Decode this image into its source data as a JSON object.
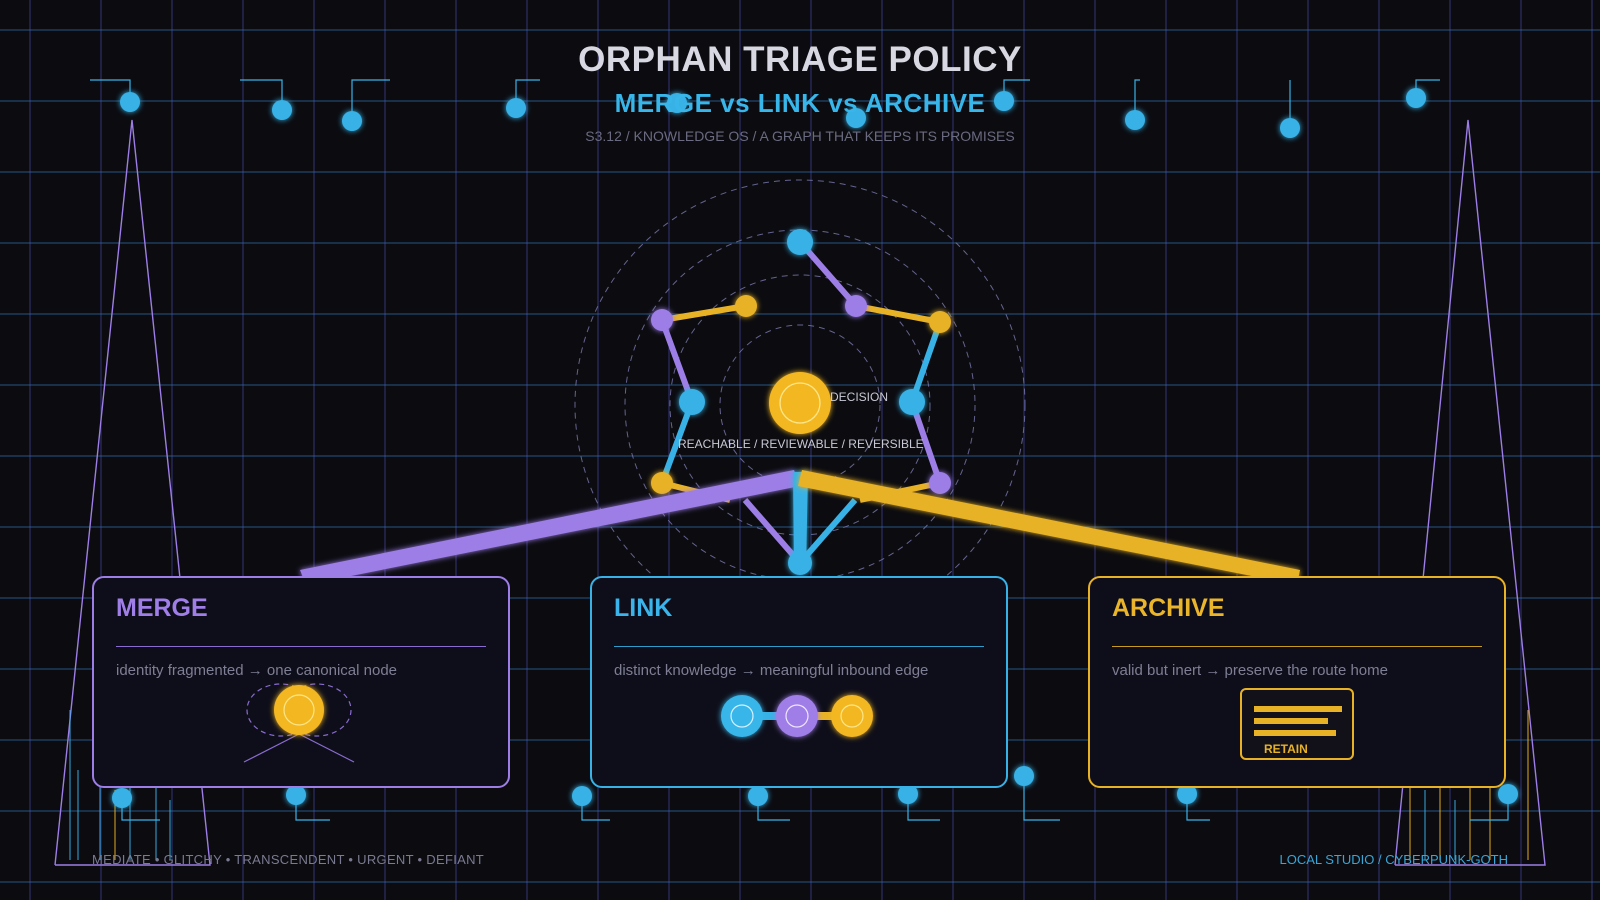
{
  "header": {
    "title": "ORPHAN TRIAGE POLICY",
    "subtitle": "MERGE  vs  LINK  vs  ARCHIVE",
    "meta": "S3.12  /  KNOWLEDGE OS  /  A GRAPH THAT KEEPS ITS PROMISES"
  },
  "center": {
    "node_label": "DECISION",
    "caption": "REACHABLE / REVIEWABLE / REVERSIBLE"
  },
  "cards": [
    {
      "id": "merge",
      "title": "MERGE",
      "desc": "identity fragmented → one canonical node",
      "color": "#9d7ee6"
    },
    {
      "id": "link",
      "title": "LINK",
      "desc": "distinct knowledge → meaningful inbound edge",
      "color": "#38b2e6"
    },
    {
      "id": "archive",
      "title": "ARCHIVE",
      "desc": "valid but inert → preserve the route home",
      "color": "#e8b226",
      "badge": "RETAIN"
    }
  ],
  "footer": {
    "left": "MEDIATE  •  GLITCHY  •  TRANSCENDENT  •  URGENT  •  DEFIANT",
    "right": "LOCAL STUDIO / CYBERPUNK-GOTH"
  },
  "colors": {
    "background": "#0b0b10",
    "grid": "#2f6fa8",
    "merge": "#9d7ee6",
    "link": "#38b2e6",
    "archive": "#e8b226"
  }
}
